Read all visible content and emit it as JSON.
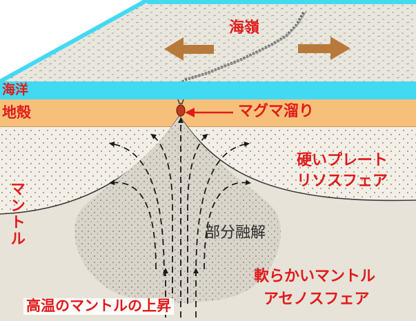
{
  "labels": {
    "ridge": "海嶺",
    "ocean": "海洋",
    "crust": "地殻",
    "magma_chamber": "マグマ溜り",
    "hard_plate_line1": "硬いプレート",
    "hard_plate_line2": "リソスフェア",
    "mantle": "マントル",
    "partial_melting": "部分融解",
    "soft_mantle_line1": "軟らかいマントル",
    "soft_mantle_line2": "アセノスフェア",
    "upwelling": "高温のマントルの上昇"
  },
  "colors": {
    "label_red": "#e01a1a",
    "ocean": "#42d9f2",
    "crust": "#f7c07a",
    "arrow_brown": "#b87a3a",
    "seafloor": "#e9e6de",
    "lithosphere": "#f3efe6",
    "asthenosphere": "#e7e3d9",
    "upwelling_cone": "#d9d5cb"
  }
}
